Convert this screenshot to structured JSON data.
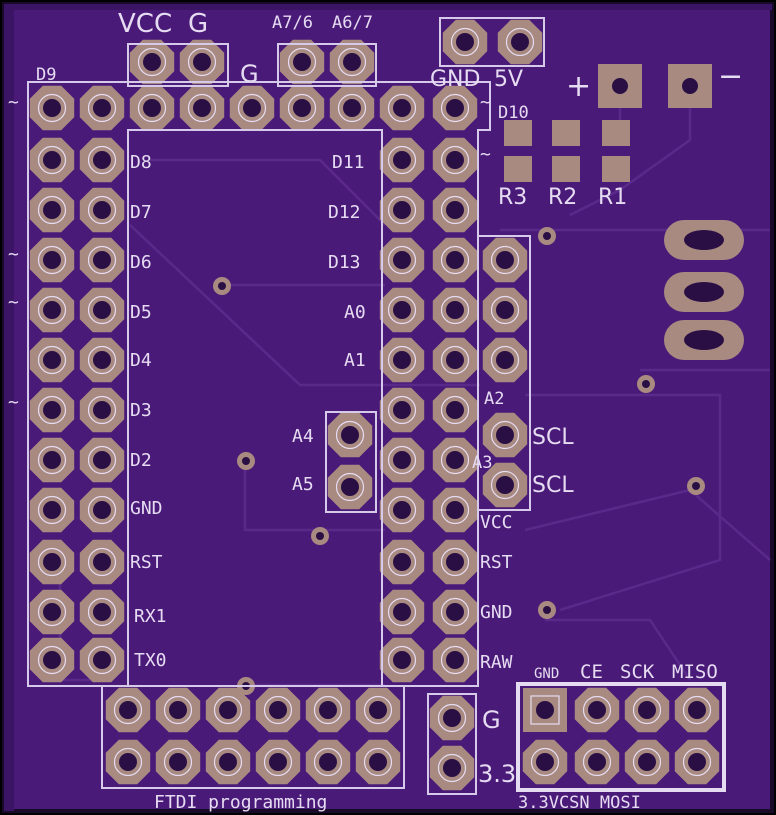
{
  "header_labels": {
    "vcc": "VCC",
    "g_top": "G",
    "a76": "A7/6",
    "a67": "A6/7",
    "g_mid": "G",
    "gnd": "GND",
    "five_v": "5V",
    "plus": "+",
    "minus": "−",
    "d9": "D9",
    "d10": "D10",
    "tilde": "~"
  },
  "left_labels": [
    "D8",
    "D7",
    "D6",
    "D5",
    "D4",
    "D3",
    "D2",
    "GND",
    "RST",
    "RX1",
    "TX0"
  ],
  "right_labels_inner": [
    "D11",
    "D12",
    "D13",
    "A0",
    "A1"
  ],
  "a_labels": {
    "a4": "A4",
    "a5": "A5",
    "a2": "A2",
    "a3": "A3"
  },
  "scl_labels": [
    "SCL",
    "SCL"
  ],
  "right_labels_outer": [
    "VCC",
    "RST",
    "GND",
    "RAW"
  ],
  "resistors": [
    "R3",
    "R2",
    "R1"
  ],
  "nrf_top": [
    "GND",
    "CE",
    "SCK",
    "MISO"
  ],
  "nrf_bottom": "3.3VCSN MOSI",
  "power_labels": {
    "g": "G",
    "v33": "3.3"
  },
  "ftdi": "FTDI programming",
  "colors": {
    "board": "#4a1a79",
    "copper_pour": "#4f1f80",
    "pad": "#a88a80",
    "silk": "#e6dcf2"
  }
}
